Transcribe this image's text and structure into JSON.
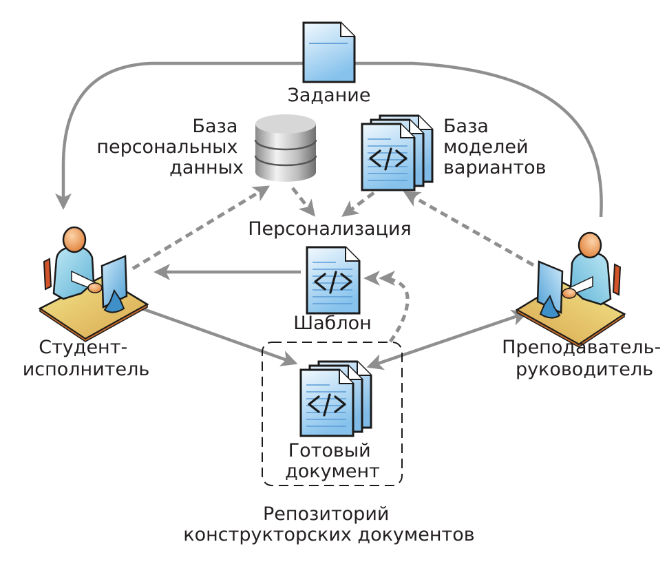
{
  "colors": {
    "arrow": "#8f8f8f",
    "doc_fill_top": "#eaf5fd",
    "doc_fill_bottom": "#8cc6ee",
    "doc_line": "#5b9bd5",
    "outline": "#1a1a1a",
    "text": "#231f20"
  },
  "nodes": {
    "task": {
      "label": "Задание",
      "icon": "document-icon"
    },
    "personal_db": {
      "label_lines": [
        "База",
        "персональных",
        "данных"
      ],
      "icon": "database-icon"
    },
    "variant_models_db": {
      "label_lines": [
        "База",
        "моделей",
        "вариантов"
      ],
      "icon": "code-documents-stack-icon"
    },
    "personalization": {
      "label": "Персонализация"
    },
    "template": {
      "label": "Шаблон",
      "icon": "code-document-icon"
    },
    "student": {
      "label_lines": [
        "Студент-",
        "исполнитель"
      ],
      "icon": "user-at-computer-icon"
    },
    "teacher": {
      "label_lines": [
        "Преподаватель-",
        "руководитель"
      ],
      "icon": "user-at-computer-icon"
    },
    "finished_doc": {
      "label_lines": [
        "Готовый",
        "документ"
      ],
      "icon": "code-documents-stack-icon"
    },
    "repository": {
      "label_lines": [
        "Репозиторий",
        "конструкторских документов"
      ]
    }
  },
  "edges": [
    {
      "from": "teacher",
      "to": "student",
      "via": "task",
      "style": "solid"
    },
    {
      "from": "student",
      "to": "personal_db",
      "style": "dashed"
    },
    {
      "from": "personal_db",
      "to": "personalization",
      "style": "dashed"
    },
    {
      "from": "variant_models_db",
      "to": "personalization",
      "style": "dashed"
    },
    {
      "from": "teacher",
      "to": "variant_models_db",
      "style": "dashed"
    },
    {
      "from": "template",
      "to": "student",
      "style": "solid"
    },
    {
      "from": "student",
      "to": "finished_doc",
      "style": "solid"
    },
    {
      "from": "finished_doc",
      "to": "teacher",
      "style": "solid",
      "bidirectional": true
    },
    {
      "from": "repository",
      "to": "template",
      "style": "dashed",
      "double_arrowhead": true
    }
  ]
}
